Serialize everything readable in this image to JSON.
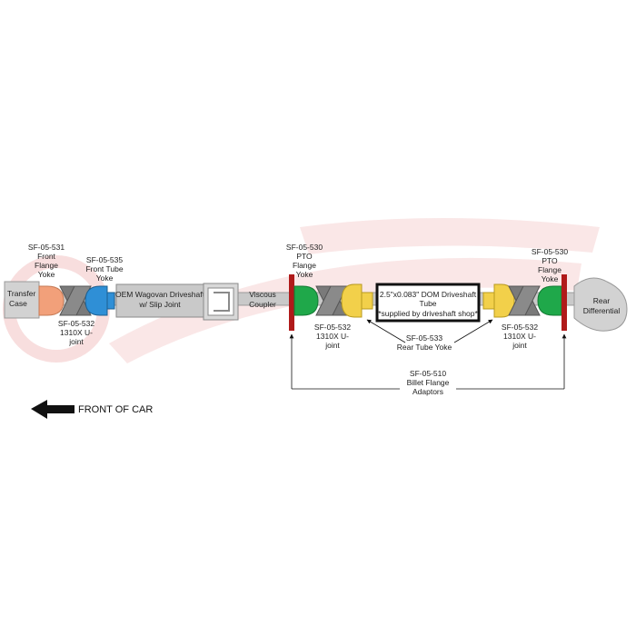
{
  "colors": {
    "shaft": "#c9c9c9",
    "shaft_stroke": "#8a8a8a",
    "ujoint": "#7a7a7a",
    "front_flange_yoke": "#f2a07a",
    "front_tube_yoke": "#2f8fd6",
    "pto_flange_yoke": "#1fa84a",
    "rear_tube_yoke": "#f2d04a",
    "flange_adaptor": "#b01a1a",
    "watermark": "#f3c4c4",
    "arrow": "#111111"
  },
  "icons": {
    "ujoint": "x-cross-shape",
    "arrow": "left-arrow-icon",
    "watermark": "speedfactory-logo"
  },
  "parts": {
    "transfer_case": "Transfer Case",
    "front_flange_yoke": [
      "SF-05-531",
      "Front",
      "Flange",
      "Yoke"
    ],
    "front_tube_yoke": [
      "SF-05-535",
      "Front Tube",
      "Yoke"
    ],
    "ujoint_front": [
      "SF-05-532",
      "1310X U-",
      "joint"
    ],
    "oem_driveshaft": [
      "OEM Wagovan Driveshaft",
      "w/ Slip Joint"
    ],
    "viscous_coupler": [
      "Viscous",
      "Coupler"
    ],
    "pto_left": [
      "SF-05-530",
      "PTO",
      "Flange",
      "Yoke"
    ],
    "ujoint_mid_left": [
      "SF-05-532",
      "1310X U-",
      "joint"
    ],
    "dom_tube": [
      "2.5\"x0.083\" DOM Driveshaft",
      "Tube",
      "*supplied by driveshaft shop*"
    ],
    "rear_tube_yoke": [
      "SF-05-533",
      "Rear Tube Yoke"
    ],
    "ujoint_mid_right": [
      "SF-05-532",
      "1310X U-",
      "joint"
    ],
    "pto_right": [
      "SF-05-530",
      "PTO",
      "Flange",
      "Yoke"
    ],
    "rear_differential": [
      "Rear",
      "Differential"
    ],
    "billet_adaptors": [
      "SF-05-510",
      "Billet Flange",
      "Adaptors"
    ]
  },
  "direction": {
    "front_of_car": "FRONT OF CAR"
  }
}
